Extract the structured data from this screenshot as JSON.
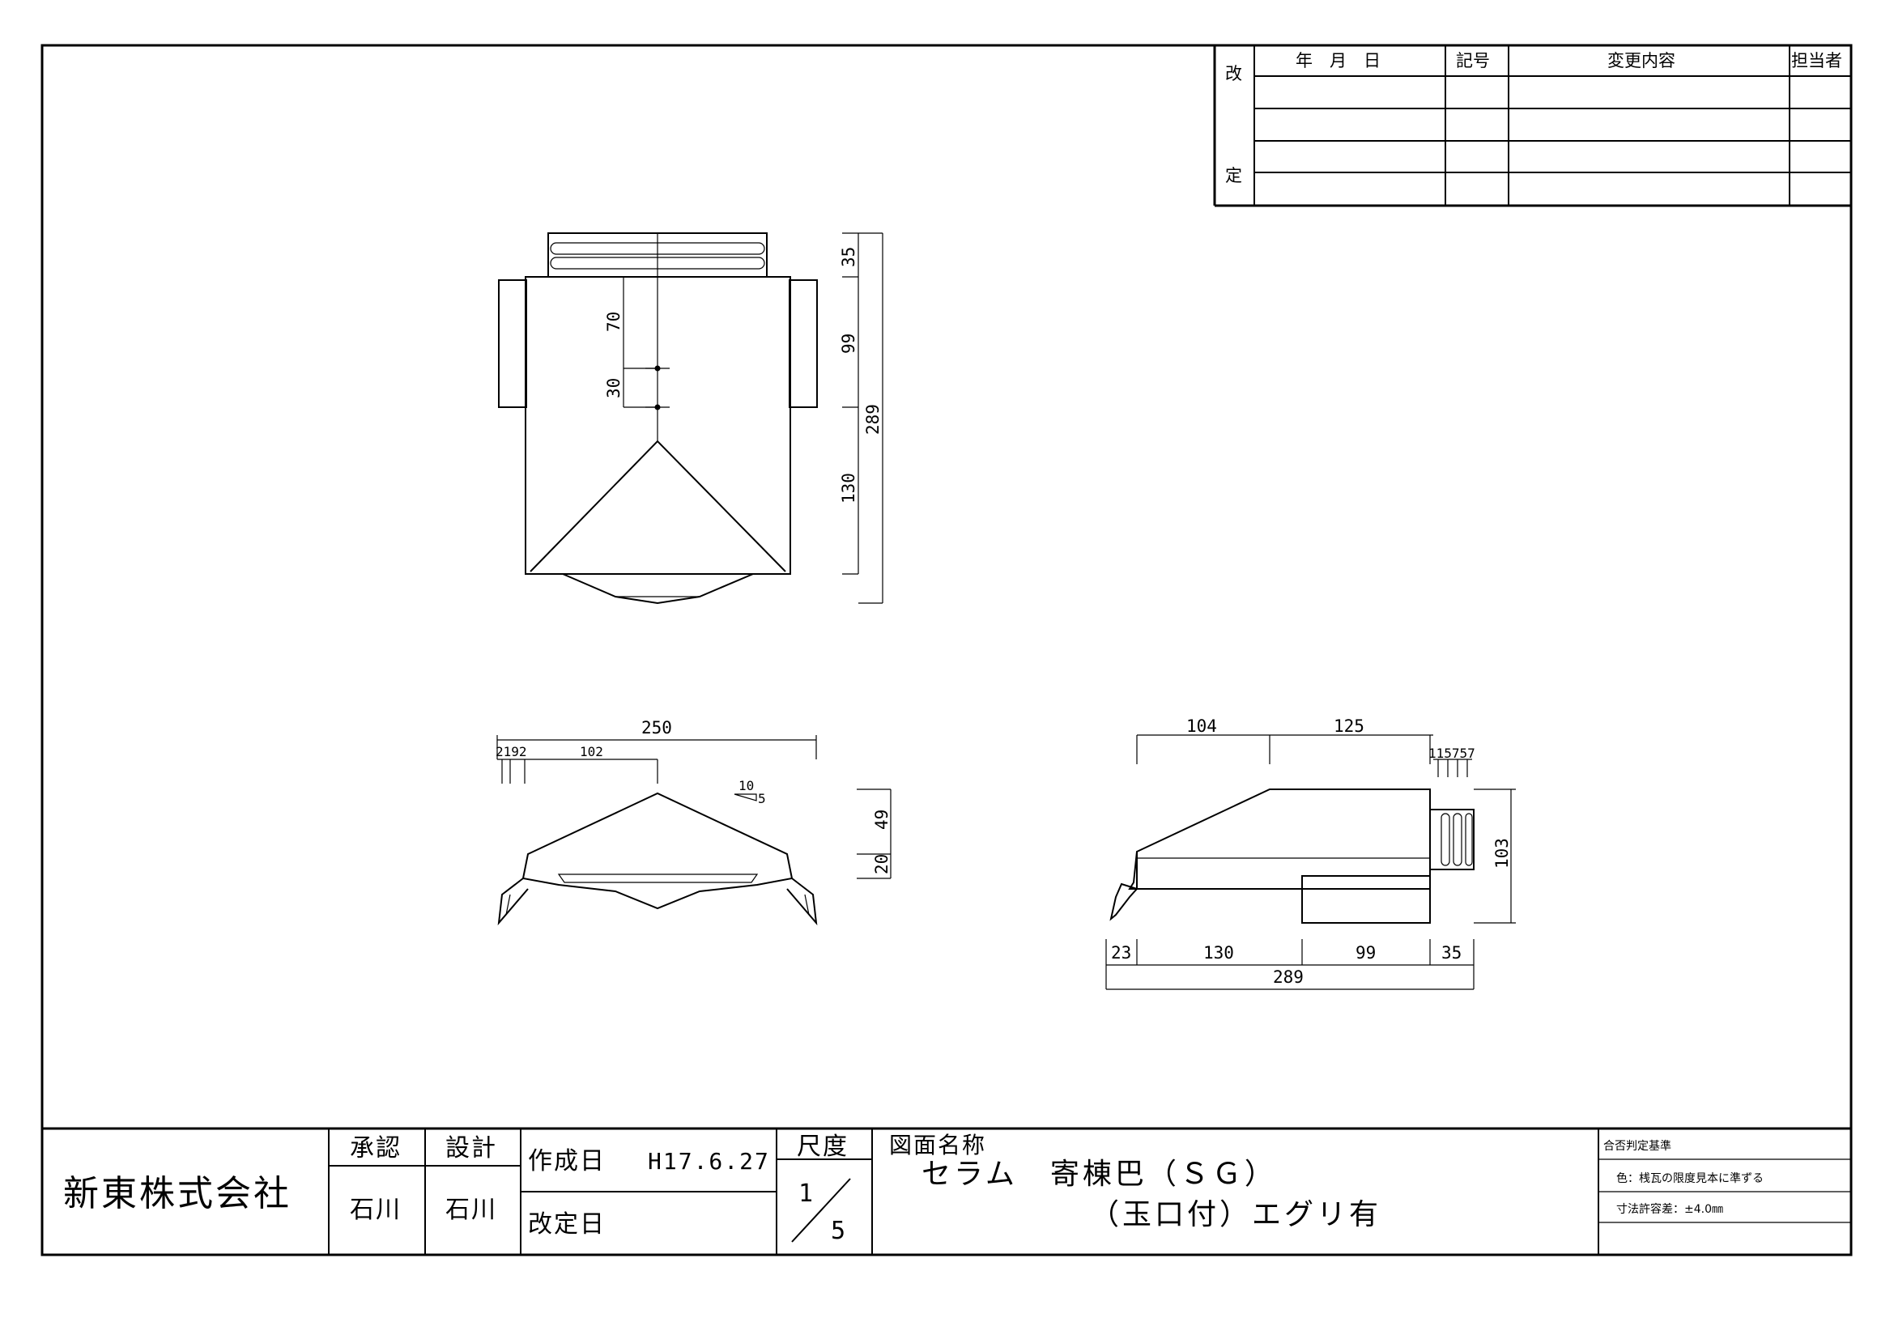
{
  "revision_table": {
    "label_top": "改",
    "label_bottom": "定",
    "headers": {
      "date": "年　月　日",
      "symbol": "記号",
      "content": "変更内容",
      "person": "担当者"
    }
  },
  "plan_view_dims": {
    "d35": "35",
    "d99": "99",
    "d289": "289",
    "d130": "130",
    "d70": "70",
    "d30": "30"
  },
  "front_view_dims": {
    "d250": "250",
    "d2192": "2192",
    "d102": "102",
    "d49": "49",
    "d20": "20",
    "slope_10": "10",
    "slope_5": "5"
  },
  "side_view_dims": {
    "d104": "104",
    "d125": "125",
    "d115757": "115757",
    "d103": "103",
    "d23": "23",
    "d130": "130",
    "d99": "99",
    "d35": "35",
    "d289": "289"
  },
  "title_block": {
    "company": "新東株式会社",
    "approval_label": "承認",
    "design_label": "設計",
    "approval_name": "石川",
    "design_name": "石川",
    "created_label": "作成日",
    "created_date": "H17.6.27",
    "revised_label": "改定日",
    "scale_label": "尺度",
    "scale_num": "1",
    "scale_den": "5",
    "drawing_name_label": "図面名称",
    "drawing_name_line1": "セラム　寄棟巴（ＳＧ）",
    "drawing_name_line2": "（玉口付）エグリ有",
    "criteria_title": "合否判定基準",
    "criteria_color": "色：桟瓦の限度見本に準ずる",
    "criteria_tolerance": "寸法許容差：±4.0㎜"
  }
}
